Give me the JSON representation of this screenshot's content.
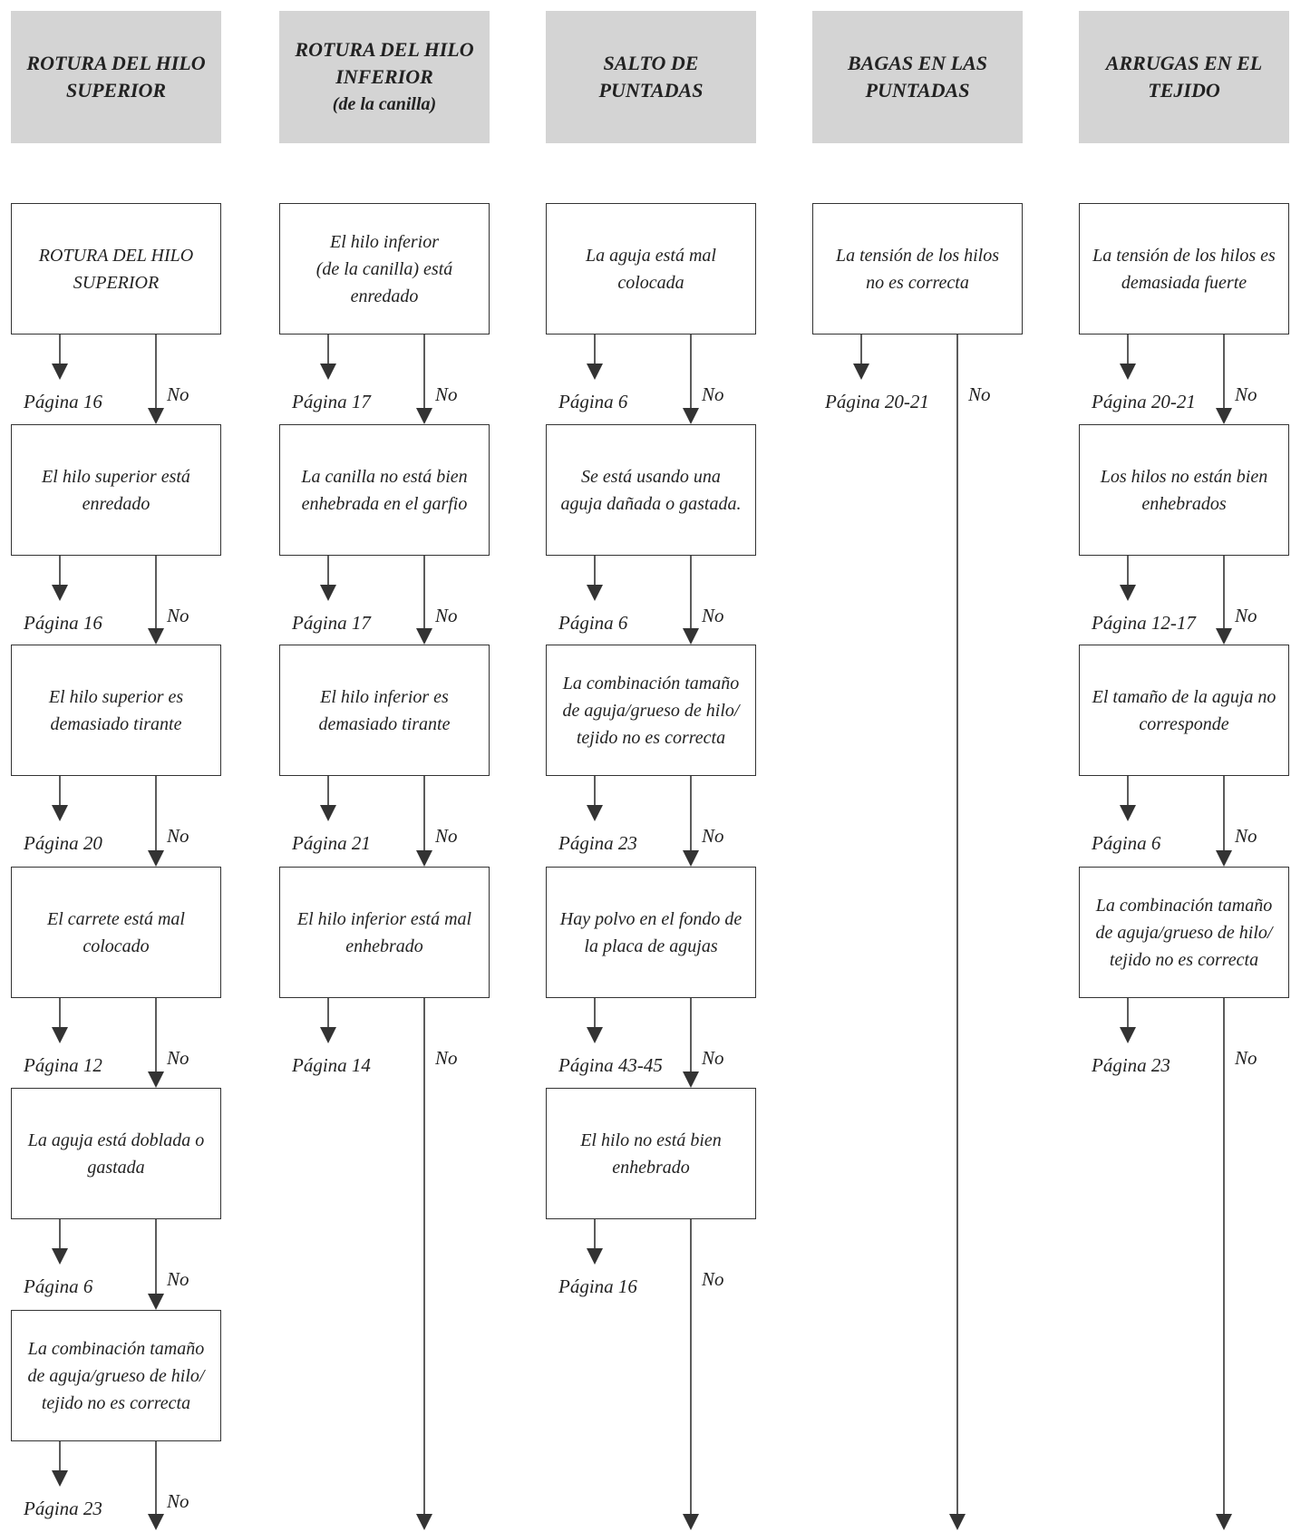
{
  "columns": [
    {
      "header": "ROTURA DEL HILO\nSUPERIOR",
      "subheader": "",
      "steps": [
        {
          "text": "ROTURA DEL HILO\nSUPERIOR",
          "page": "Página 16",
          "no": "No"
        },
        {
          "text": "El hilo superior está\nenredado",
          "page": "Página 16",
          "no": "No"
        },
        {
          "text": "El hilo superior es\ndemasiado tirante",
          "page": "Página 20",
          "no": "No"
        },
        {
          "text": "El carrete está mal\ncolocado",
          "page": "Página 12",
          "no": "No"
        },
        {
          "text": "La aguja está doblada o\ngastada",
          "page": "Página 6",
          "no": "No"
        },
        {
          "text": "La combinación tamaño\nde aguja/grueso de hilo/\ntejido no es correcta",
          "page": "Página 23",
          "no": "No"
        }
      ]
    },
    {
      "header": "ROTURA DEL HILO\nINFERIOR",
      "subheader": "(de la canilla)",
      "steps": [
        {
          "text": "El hilo inferior\n(de la canilla) está\nenredado",
          "page": "Página 17",
          "no": "No"
        },
        {
          "text": "La canilla no está bien\nenhebrada en el garfio",
          "page": "Página 17",
          "no": "No"
        },
        {
          "text": "El hilo inferior es\ndemasiado tirante",
          "page": "Página 21",
          "no": "No"
        },
        {
          "text": "El hilo inferior está mal\nenhebrado",
          "page": "Página 14",
          "no": "No"
        }
      ]
    },
    {
      "header": "SALTO DE\nPUNTADAS",
      "subheader": "",
      "steps": [
        {
          "text": "La aguja está mal\ncolocada",
          "page": "Página 6",
          "no": "No"
        },
        {
          "text": "Se está usando una\naguja dañada o gastada.",
          "page": "Página 6",
          "no": "No"
        },
        {
          "text": "La combinación tamaño\nde aguja/grueso de hilo/\ntejido no es correcta",
          "page": "Página 23",
          "no": "No"
        },
        {
          "text": "Hay polvo en el fondo de\nla placa de agujas",
          "page": "Página 43-45",
          "no": "No"
        },
        {
          "text": "El hilo no está bien\nenhebrado",
          "page": "Página 16",
          "no": "No"
        }
      ]
    },
    {
      "header": "BAGAS EN LAS\nPUNTADAS",
      "subheader": "",
      "steps": [
        {
          "text": "La tensión de los hilos\nno es correcta",
          "page": "Página 20-21",
          "no": "No"
        }
      ]
    },
    {
      "header": "ARRUGAS EN EL\nTEJIDO",
      "subheader": "",
      "steps": [
        {
          "text": "La tensión de los hilos es\ndemasiada fuerte",
          "page": "Página 20-21",
          "no": "No"
        },
        {
          "text": "Los hilos no están bien\nenhebrados",
          "page": "Página 12-17",
          "no": "No"
        },
        {
          "text": "El tamaño de la aguja no\ncorresponde",
          "page": "Página 6",
          "no": "No"
        },
        {
          "text": "La combinación tamaño\nde aguja/grueso de hilo/\ntejido no es correcta",
          "page": "Página 23",
          "no": "No"
        }
      ]
    }
  ],
  "colors": {
    "header_fill": "#d4d4d4",
    "line": "#333333",
    "text": "#222222"
  }
}
